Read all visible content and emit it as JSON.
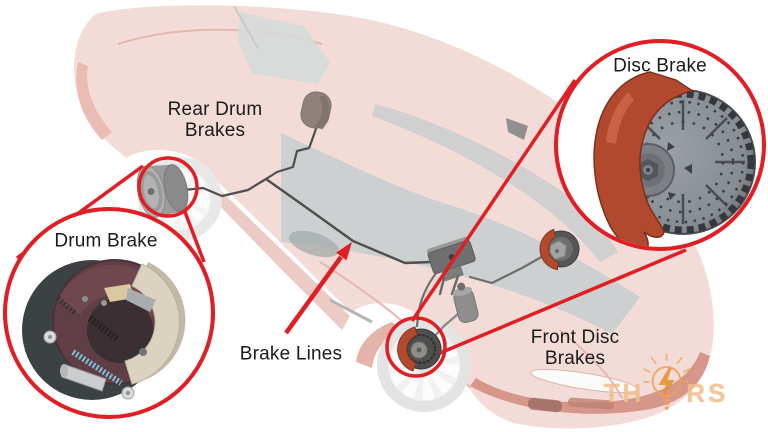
{
  "title": "Car Braking System Diagram",
  "labels": {
    "rear_drum_brakes": "Rear Drum\nBrakes",
    "disc_brake_callout": "Disc Brake",
    "drum_brake_callout": "Drum Brake",
    "brake_lines": "Brake Lines",
    "front_disc_brakes": "Front Disc\nBrakes"
  },
  "logo": {
    "letters_left": "TH",
    "letters_right": "RS",
    "bulb_icon": "lightbulb-lightning-icon"
  },
  "colors": {
    "annotation_red": "#e01e24",
    "caliper_red": "#b24a30",
    "drum_maroon": "#5f3e45",
    "brake_shoe_cream": "#dcd2c0",
    "spring_blue": "#7fc0d8",
    "brake_line_gray": "#4f4f4f",
    "car_body_faded_pink": "#f3dcd8",
    "glass_gray": "#ccd0d1",
    "label_text": "#1b1b1b",
    "logo_orange": "#f0c08e",
    "background": "#ffffff"
  }
}
